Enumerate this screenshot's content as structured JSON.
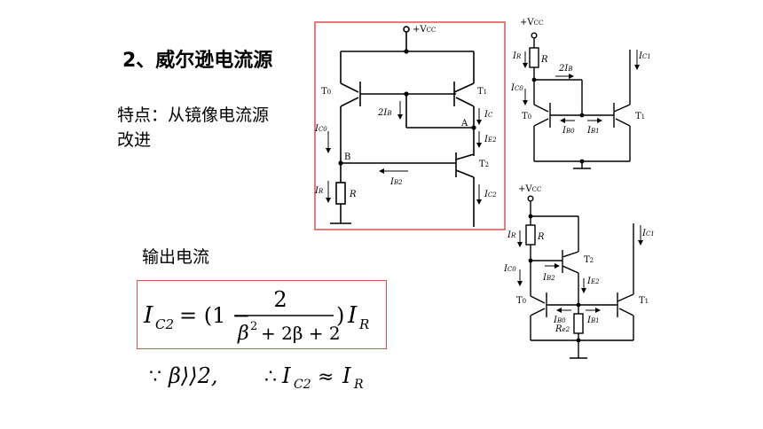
{
  "slide": {
    "title": "2、威尔逊电流源",
    "feature_line1": "特点：从镜像电流源",
    "feature_line2": "改进",
    "output_label": "输出电流"
  },
  "formula": {
    "lhs_I": "I",
    "lhs_sub": "C2",
    "eq_open": "= (1 −",
    "numerator": "2",
    "den_beta1": "β",
    "den_exp": "2",
    "den_rest": "+ 2β + 2",
    "close": ")",
    "rhs_I": "I",
    "rhs_sub": "R",
    "cond_because": "∵",
    "cond_beta": "β⟩⟩2,",
    "cond_therefore": "∴",
    "cond_I": "I",
    "cond_sub": "C2",
    "cond_approx": "≈",
    "cond_I2": "I",
    "cond_sub2": "R"
  },
  "circuit_main": {
    "vcc": "+V",
    "vcc_sub": "CC",
    "T0": "T",
    "T0_sub": "0",
    "T1": "T",
    "T1_sub": "1",
    "T2": "T",
    "T2_sub": "2",
    "twoIB": "2I",
    "twoIB_sub": "B",
    "IC0": "I",
    "IC0_sub": "C0",
    "IC": "I",
    "IC_sub": "C",
    "IE2": "I",
    "IE2_sub": "E2",
    "IB2": "I",
    "IB2_sub": "B2",
    "IR": "I",
    "IR_sub": "R",
    "R": "R",
    "IC2": "I",
    "IC2_sub": "C2",
    "A": "A",
    "B": "B"
  },
  "circuit_mirror": {
    "vcc": "+V",
    "vcc_sub": "CC",
    "IR": "I",
    "IR_sub": "R",
    "R": "R",
    "twoIB": "2I",
    "twoIB_sub": "B",
    "IC0": "I",
    "IC0_sub": "C0",
    "IC1": "I",
    "IC1_sub": "C1",
    "T0": "T",
    "T0_sub": "0",
    "T1": "T",
    "T1_sub": "1",
    "IB0": "I",
    "IB0_sub": "B0",
    "IB1": "I",
    "IB1_sub": "B1"
  },
  "circuit_improved": {
    "vcc": "+V",
    "vcc_sub": "CC",
    "IR": "I",
    "IR_sub": "R",
    "R": "R",
    "IC1": "I",
    "IC1_sub": "C1",
    "T2": "T",
    "T2_sub": "2",
    "IC0": "I",
    "IC0_sub": "C0",
    "IB2": "I",
    "IB2_sub": "B2",
    "IE2": "I",
    "IE2_sub": "E2",
    "T0": "T",
    "T0_sub": "0",
    "T1": "T",
    "T1_sub": "1",
    "IB0": "I",
    "IB0_sub": "B0",
    "IB1": "I",
    "IB1_sub": "B1",
    "Re2": "R",
    "Re2_sub": "e2"
  },
  "colors": {
    "frame_red": "#d9534f",
    "ink": "#000000"
  }
}
